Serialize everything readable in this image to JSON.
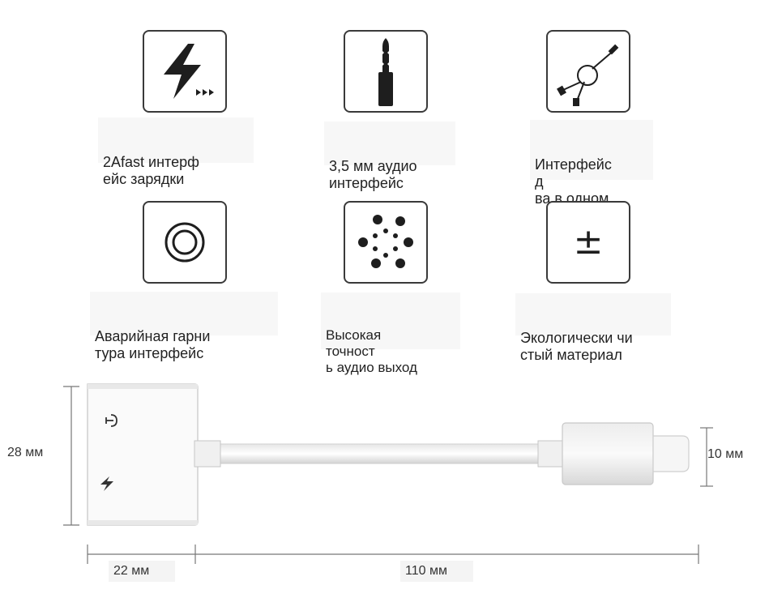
{
  "features": [
    {
      "icon": "fast-charge-icon",
      "label_lines": [
        "2Afast интерф",
        "ейс зарядки"
      ]
    },
    {
      "icon": "audio-jack-icon",
      "label_lines": [
        "3,5 мм аудио",
        "интерфейс"
      ]
    },
    {
      "icon": "two-in-one-icon",
      "label_lines": [
        "Интерфейс",
        "д",
        "ва в одном"
      ]
    },
    {
      "icon": "headset-ring-icon",
      "label_lines": [
        "Аварийная гарни",
        "тура интерфейс"
      ]
    },
    {
      "icon": "hifi-dots-icon",
      "label_lines": [
        "Высокая",
        "точност",
        "ь аудио выход"
      ]
    },
    {
      "icon": "plus-minus-icon",
      "label_lines": [
        "Экологически чи",
        "стый материал"
      ]
    }
  ],
  "dimensions": {
    "height": "28 мм",
    "plug_height": "10 мм",
    "head_width": "22 мм",
    "cable_length": "110 мм"
  },
  "symbols": {
    "plus_minus": "±"
  }
}
